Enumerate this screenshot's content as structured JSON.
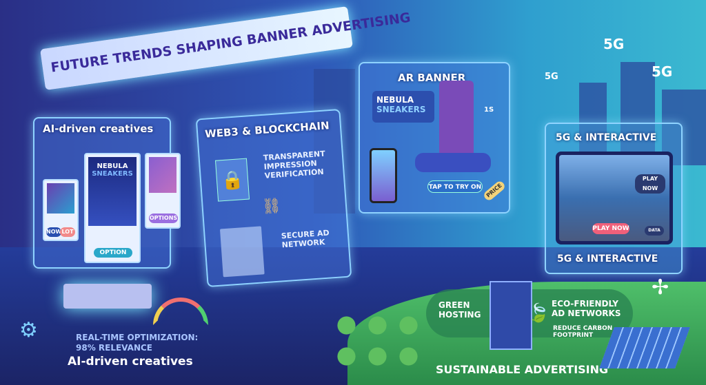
{
  "title": "FUTURE TRENDS SHAPING BANNER ADVERTISING",
  "ai_panel": {
    "title": "AI-driven creatives",
    "card_left_buttons": [
      "NOW",
      "LOT"
    ],
    "card_center_brand": [
      "NEBULA",
      "SNEAKERS"
    ],
    "card_center_button": "OPTION",
    "card_right_button": "OPTIONS"
  },
  "web3_panel": {
    "title": "WEB3 & BLOCKCHAIN",
    "feature_1": "TRANSPARENT IMPRESSION VERIFICATION",
    "feature_2": "SECURE AD NETWORK"
  },
  "ar_panel": {
    "title": "AR BANNER",
    "brand": [
      "NEBULA",
      "SNEAKERS"
    ],
    "cta": "TAP TO TRY ON",
    "price_tag": "PRICE",
    "badge": "1S"
  },
  "fiveg_panel": {
    "title": "5G & INTERACTIVE",
    "caption": "5G & INTERACTIVE",
    "play_small": "PLAY NOW",
    "play_main": "PLAY NOW",
    "gauge": "DATA"
  },
  "signals": [
    "5G",
    "5G",
    "5G"
  ],
  "optimization": {
    "line1": "REAL-TIME OPTIMIZATION:",
    "line2": "98% RELEVANCE",
    "caption": "AI-driven creatives"
  },
  "sustainable": {
    "green_hosting": "GREEN HOSTING",
    "eco": "ECO-FRIENDLY AD NETWORKS",
    "reduce": "REDUCE CARBON FOOTPRINT",
    "title": "SUSTAINABLE ADVERTISING"
  }
}
